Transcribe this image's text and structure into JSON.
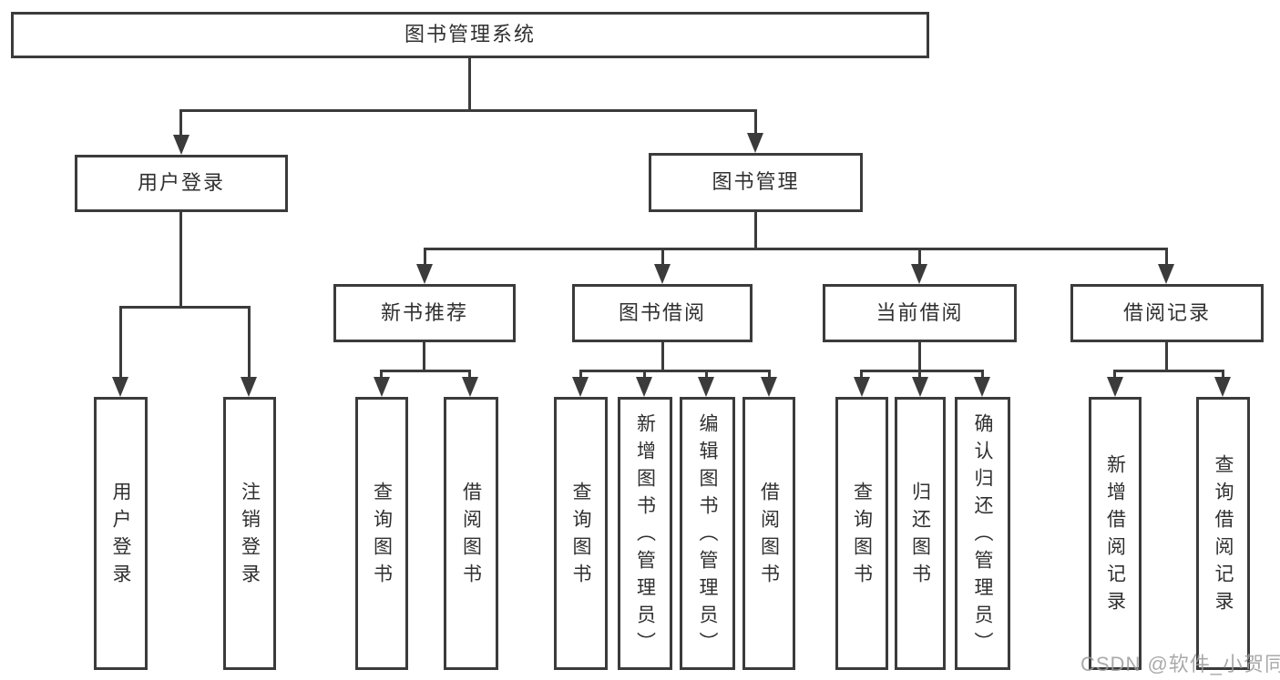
{
  "diagram": {
    "root": {
      "label": "图书管理系统"
    },
    "branches": [
      {
        "label": "用户登录",
        "children": [
          {
            "label": "用户登录"
          },
          {
            "label": "注销登录"
          }
        ]
      },
      {
        "label": "图书管理",
        "children": [
          {
            "label": "新书推荐",
            "children": [
              {
                "label": "查询图书"
              },
              {
                "label": "借阅图书"
              }
            ]
          },
          {
            "label": "图书借阅",
            "children": [
              {
                "label": "查询图书"
              },
              {
                "label": "新增图书（管理员）"
              },
              {
                "label": "编辑图书（管理员）"
              },
              {
                "label": "借阅图书"
              }
            ]
          },
          {
            "label": "当前借阅",
            "children": [
              {
                "label": "查询图书"
              },
              {
                "label": "归还图书"
              },
              {
                "label": "确认归还（管理员）"
              }
            ]
          },
          {
            "label": "借阅记录",
            "children": [
              {
                "label": "新增借阅记录"
              },
              {
                "label": "查询借阅记录"
              }
            ]
          }
        ]
      }
    ]
  },
  "watermark": {
    "text": "CSDN @软件_小贺同学"
  },
  "colors": {
    "line": "#3b3b3b",
    "text": "#303030",
    "background": "#ffffff",
    "watermark": "#9b9b9b"
  }
}
